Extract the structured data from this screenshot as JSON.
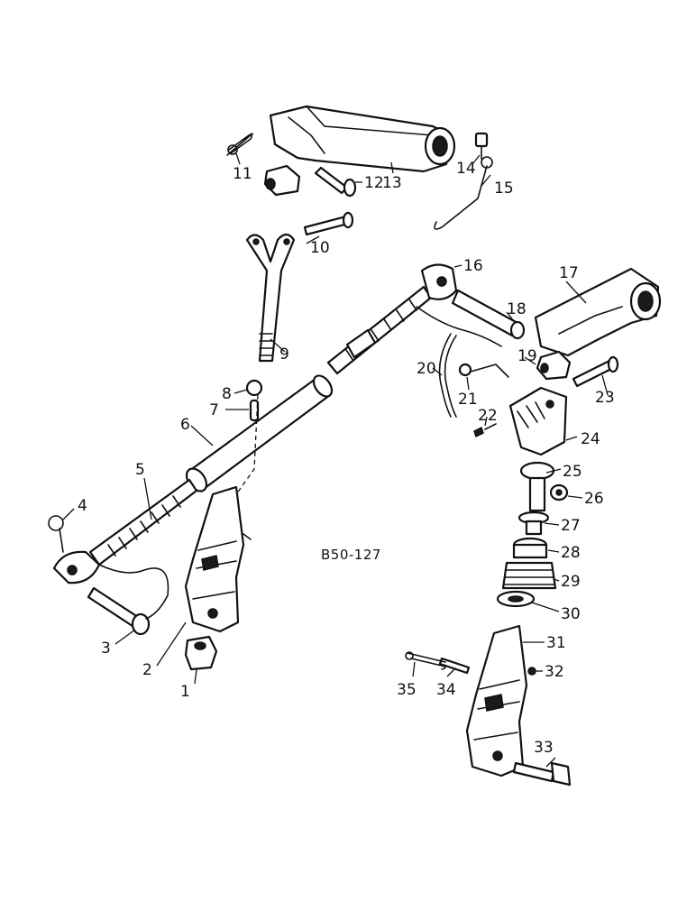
{
  "drawing_code": "B50-127",
  "callouts": [
    {
      "label": "1"
    },
    {
      "label": "2"
    },
    {
      "label": "3"
    },
    {
      "label": "4"
    },
    {
      "label": "5"
    },
    {
      "label": "6"
    },
    {
      "label": "7"
    },
    {
      "label": "8"
    },
    {
      "label": "9"
    },
    {
      "label": "10"
    },
    {
      "label": "11"
    },
    {
      "label": "12"
    },
    {
      "label": "13"
    },
    {
      "label": "14"
    },
    {
      "label": "15"
    },
    {
      "label": "16"
    },
    {
      "label": "17"
    },
    {
      "label": "18"
    },
    {
      "label": "19"
    },
    {
      "label": "20"
    },
    {
      "label": "21"
    },
    {
      "label": "22"
    },
    {
      "label": "23"
    },
    {
      "label": "24"
    },
    {
      "label": "25"
    },
    {
      "label": "26"
    },
    {
      "label": "27"
    },
    {
      "label": "28"
    },
    {
      "label": "29"
    },
    {
      "label": "30"
    },
    {
      "label": "31"
    },
    {
      "label": "32"
    },
    {
      "label": "33"
    },
    {
      "label": "34"
    },
    {
      "label": "35"
    }
  ]
}
